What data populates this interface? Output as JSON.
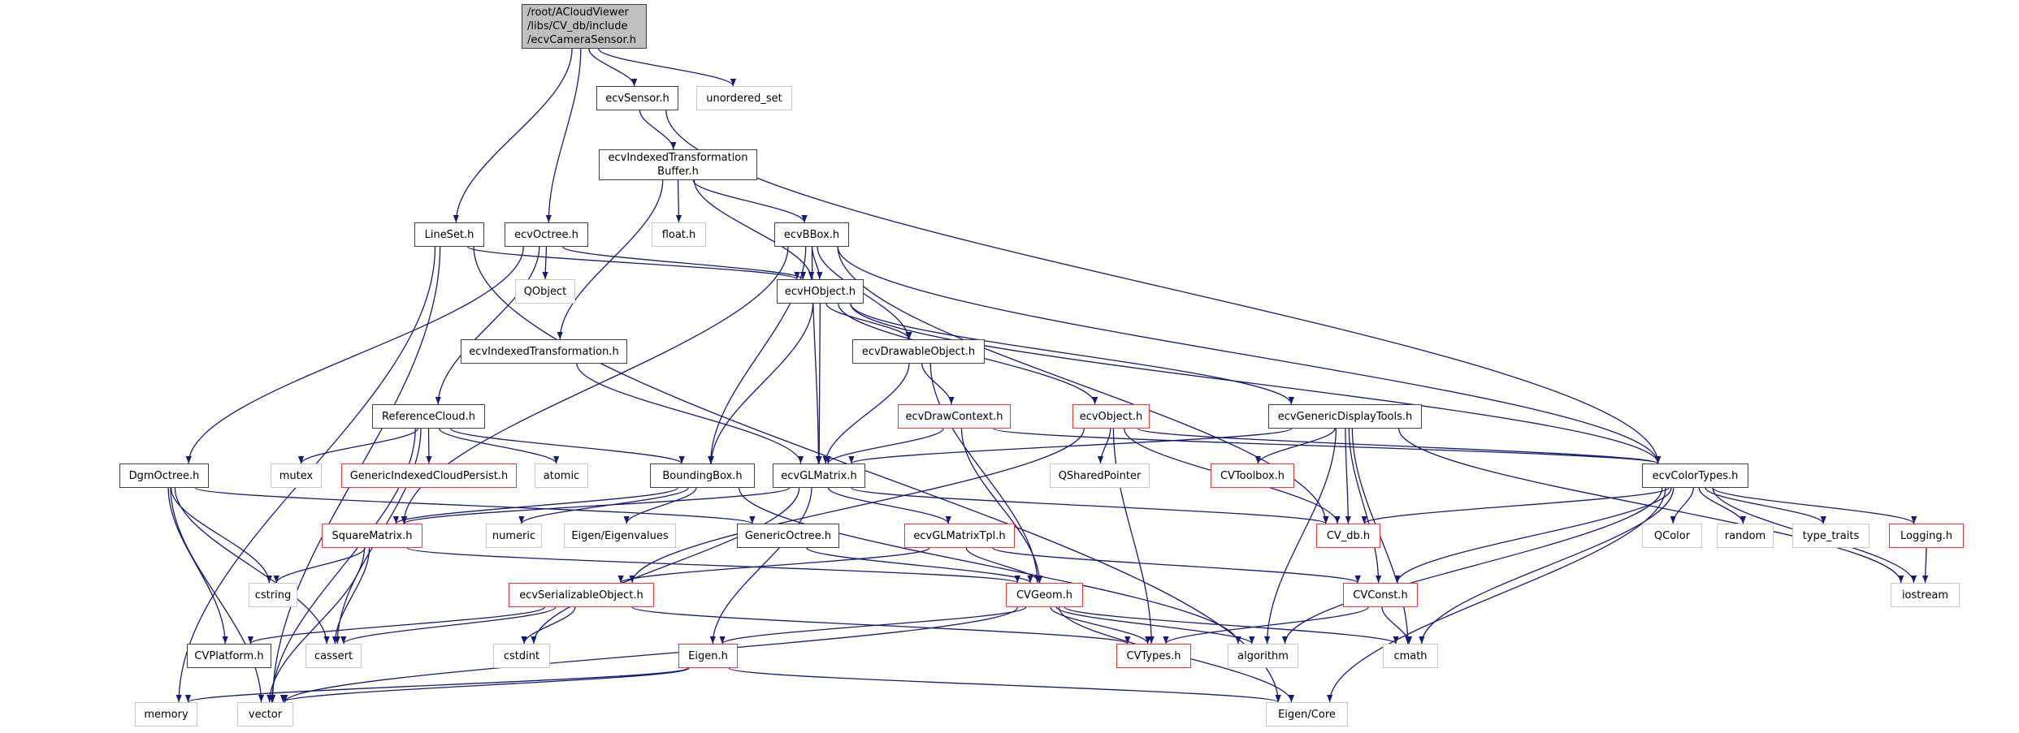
{
  "title": "/root/ACloudViewer/libs/CV_db/include/ecvCameraSensor.h",
  "colors": {
    "edge": "#191970",
    "root_fill": "#bfbfbf",
    "documented_border": "#404040",
    "incomplete_border": "#ff3333",
    "external_border": "#c8c8c8"
  },
  "nodes": {
    "root": {
      "label": "/root/ACloudViewer\n/libs/CV_db/include\n/ecvCameraSensor.h",
      "style": "root"
    },
    "ecvSensor": {
      "label": "ecvSensor.h",
      "style": "black"
    },
    "unordered_set": {
      "label": "unordered_set",
      "style": "gray"
    },
    "ecvITB": {
      "label": "ecvIndexedTransformation\nBuffer.h",
      "style": "black"
    },
    "LineSet": {
      "label": "LineSet.h",
      "style": "black"
    },
    "ecvOctree": {
      "label": "ecvOctree.h",
      "style": "black"
    },
    "float_h": {
      "label": "float.h",
      "style": "gray"
    },
    "ecvBBox": {
      "label": "ecvBBox.h",
      "style": "black"
    },
    "QObject": {
      "label": "QObject",
      "style": "gray"
    },
    "ecvHObject": {
      "label": "ecvHObject.h",
      "style": "black"
    },
    "ecvIT": {
      "label": "ecvIndexedTransformation.h",
      "style": "black"
    },
    "ecvDrawableObject": {
      "label": "ecvDrawableObject.h",
      "style": "black"
    },
    "ReferenceCloud": {
      "label": "ReferenceCloud.h",
      "style": "black"
    },
    "ecvDrawContext": {
      "label": "ecvDrawContext.h",
      "style": "red"
    },
    "ecvObject": {
      "label": "ecvObject.h",
      "style": "red"
    },
    "ecvGDT": {
      "label": "ecvGenericDisplayTools.h",
      "style": "black"
    },
    "DgmOctree": {
      "label": "DgmOctree.h",
      "style": "black"
    },
    "mutex": {
      "label": "mutex",
      "style": "gray"
    },
    "GICP": {
      "label": "GenericIndexedCloudPersist.h",
      "style": "red"
    },
    "atomic": {
      "label": "atomic",
      "style": "gray"
    },
    "BoundingBox": {
      "label": "BoundingBox.h",
      "style": "black"
    },
    "ecvGLMatrix": {
      "label": "ecvGLMatrix.h",
      "style": "black"
    },
    "QSharedPointer": {
      "label": "QSharedPointer",
      "style": "gray"
    },
    "CVToolbox": {
      "label": "CVToolbox.h",
      "style": "red"
    },
    "ecvColorTypes": {
      "label": "ecvColorTypes.h",
      "style": "black"
    },
    "SquareMatrix": {
      "label": "SquareMatrix.h",
      "style": "red"
    },
    "numeric": {
      "label": "numeric",
      "style": "gray"
    },
    "EigenEigenvalues": {
      "label": "Eigen/Eigenvalues",
      "style": "gray"
    },
    "GenericOctree": {
      "label": "GenericOctree.h",
      "style": "black"
    },
    "ecvGLMatrixTpl": {
      "label": "ecvGLMatrixTpl.h",
      "style": "red"
    },
    "CV_db": {
      "label": "CV_db.h",
      "style": "red"
    },
    "QColor": {
      "label": "QColor",
      "style": "gray"
    },
    "random": {
      "label": "random",
      "style": "gray"
    },
    "type_traits": {
      "label": "type_traits",
      "style": "gray"
    },
    "Logging": {
      "label": "Logging.h",
      "style": "red"
    },
    "cstring": {
      "label": "cstring",
      "style": "gray"
    },
    "ecvSerializableObject": {
      "label": "ecvSerializableObject.h",
      "style": "red"
    },
    "CVGeom": {
      "label": "CVGeom.h",
      "style": "red"
    },
    "CVConst": {
      "label": "CVConst.h",
      "style": "red"
    },
    "iostream": {
      "label": "iostream",
      "style": "gray"
    },
    "CVPlatform": {
      "label": "CVPlatform.h",
      "style": "black"
    },
    "cassert": {
      "label": "cassert",
      "style": "gray"
    },
    "cstdint": {
      "label": "cstdint",
      "style": "gray"
    },
    "Eigen_h": {
      "label": "Eigen.h",
      "style": "red"
    },
    "CVTypes": {
      "label": "CVTypes.h",
      "style": "red"
    },
    "algorithm": {
      "label": "algorithm",
      "style": "gray"
    },
    "cmath": {
      "label": "cmath",
      "style": "gray"
    },
    "memory": {
      "label": "memory",
      "style": "gray"
    },
    "vector": {
      "label": "vector",
      "style": "gray"
    },
    "EigenCore": {
      "label": "Eigen/Core",
      "style": "gray"
    }
  },
  "edges": [
    [
      "root",
      "ecvSensor"
    ],
    [
      "root",
      "unordered_set"
    ],
    [
      "root",
      "LineSet"
    ],
    [
      "root",
      "ecvOctree"
    ],
    [
      "ecvSensor",
      "ecvITB"
    ],
    [
      "ecvSensor",
      "ecvColorTypes"
    ],
    [
      "ecvITB",
      "float_h"
    ],
    [
      "ecvITB",
      "ecvBBox"
    ],
    [
      "ecvITB",
      "ecvHObject"
    ],
    [
      "ecvITB",
      "ecvIT"
    ],
    [
      "LineSet",
      "ecvHObject"
    ],
    [
      "LineSet",
      "memory"
    ],
    [
      "LineSet",
      "vector"
    ],
    [
      "LineSet",
      "EigenCore"
    ],
    [
      "ecvOctree",
      "QObject"
    ],
    [
      "ecvOctree",
      "ecvHObject"
    ],
    [
      "ecvOctree",
      "ReferenceCloud"
    ],
    [
      "ecvOctree",
      "DgmOctree"
    ],
    [
      "ecvBBox",
      "ecvHObject"
    ],
    [
      "ecvBBox",
      "ecvDrawableObject"
    ],
    [
      "ecvBBox",
      "BoundingBox"
    ],
    [
      "ecvBBox",
      "ecvGLMatrix"
    ],
    [
      "ecvBBox",
      "SquareMatrix"
    ],
    [
      "ecvBBox",
      "CV_db"
    ],
    [
      "ecvBBox",
      "ecvColorTypes"
    ],
    [
      "ecvHObject",
      "ecvDrawableObject"
    ],
    [
      "ecvHObject",
      "ecvObject"
    ],
    [
      "ecvHObject",
      "ecvGDT"
    ],
    [
      "ecvHObject",
      "ecvGLMatrix"
    ],
    [
      "ecvHObject",
      "BoundingBox"
    ],
    [
      "ecvHObject",
      "ecvColorTypes"
    ],
    [
      "ecvIT",
      "ecvGLMatrix"
    ],
    [
      "ecvDrawableObject",
      "ecvDrawContext"
    ],
    [
      "ecvDrawableObject",
      "ecvGLMatrix"
    ],
    [
      "ecvDrawableObject",
      "CVGeom"
    ],
    [
      "ecvDrawContext",
      "ecvGLMatrix"
    ],
    [
      "ecvDrawContext",
      "ecvColorTypes"
    ],
    [
      "ecvDrawContext",
      "CVGeom"
    ],
    [
      "ecvObject",
      "QSharedPointer"
    ],
    [
      "ecvObject",
      "CV_db"
    ],
    [
      "ecvObject",
      "ecvColorTypes"
    ],
    [
      "ecvObject",
      "ecvSerializableObject"
    ],
    [
      "ecvObject",
      "CVTypes"
    ],
    [
      "ecvGDT",
      "CVToolbox"
    ],
    [
      "ecvGDT",
      "CV_db"
    ],
    [
      "ecvGDT",
      "ecvGLMatrix"
    ],
    [
      "ecvGDT",
      "CVConst"
    ],
    [
      "ecvGDT",
      "algorithm"
    ],
    [
      "ecvGDT",
      "cmath"
    ],
    [
      "ecvGDT",
      "iostream"
    ],
    [
      "ReferenceCloud",
      "mutex"
    ],
    [
      "ReferenceCloud",
      "GICP"
    ],
    [
      "ReferenceCloud",
      "atomic"
    ],
    [
      "ReferenceCloud",
      "BoundingBox"
    ],
    [
      "ReferenceCloud",
      "cassert"
    ],
    [
      "ReferenceCloud",
      "vector"
    ],
    [
      "DgmOctree",
      "GenericOctree"
    ],
    [
      "DgmOctree",
      "cstring"
    ],
    [
      "DgmOctree",
      "CVPlatform"
    ],
    [
      "DgmOctree",
      "cassert"
    ],
    [
      "DgmOctree",
      "vector"
    ],
    [
      "BoundingBox",
      "SquareMatrix"
    ],
    [
      "BoundingBox",
      "numeric"
    ],
    [
      "BoundingBox",
      "EigenEigenvalues"
    ],
    [
      "BoundingBox",
      "algorithm"
    ],
    [
      "ecvGLMatrix",
      "ecvGLMatrixTpl"
    ],
    [
      "ecvGLMatrix",
      "CV_db"
    ],
    [
      "ecvGLMatrix",
      "Eigen_h"
    ],
    [
      "ecvGLMatrix",
      "SquareMatrix"
    ],
    [
      "ecvGLMatrix",
      "cstdint"
    ],
    [
      "ecvColorTypes",
      "CV_db"
    ],
    [
      "ecvColorTypes",
      "QColor"
    ],
    [
      "ecvColorTypes",
      "random"
    ],
    [
      "ecvColorTypes",
      "type_traits"
    ],
    [
      "ecvColorTypes",
      "Logging"
    ],
    [
      "ecvColorTypes",
      "CVConst"
    ],
    [
      "ecvColorTypes",
      "algorithm"
    ],
    [
      "ecvColorTypes",
      "iostream"
    ],
    [
      "ecvColorTypes",
      "cmath"
    ],
    [
      "ecvColorTypes",
      "EigenCore"
    ],
    [
      "SquareMatrix",
      "cstring"
    ],
    [
      "SquareMatrix",
      "cassert"
    ],
    [
      "SquareMatrix",
      "vector"
    ],
    [
      "SquareMatrix",
      "CVGeom"
    ],
    [
      "GenericOctree",
      "CVGeom"
    ],
    [
      "ecvGLMatrixTpl",
      "CVGeom"
    ],
    [
      "ecvGLMatrixTpl",
      "CVConst"
    ],
    [
      "ecvGLMatrixTpl",
      "ecvSerializableObject"
    ],
    [
      "Logging",
      "iostream"
    ],
    [
      "ecvSerializableObject",
      "CVPlatform"
    ],
    [
      "ecvSerializableObject",
      "cassert"
    ],
    [
      "ecvSerializableObject",
      "cstdint"
    ],
    [
      "ecvSerializableObject",
      "CVTypes"
    ],
    [
      "CVGeom",
      "CVTypes"
    ],
    [
      "CVGeom",
      "algorithm"
    ],
    [
      "CVGeom",
      "cmath"
    ],
    [
      "CVGeom",
      "Eigen_h"
    ],
    [
      "CVGeom",
      "vector"
    ],
    [
      "CVGeom",
      "EigenCore"
    ],
    [
      "CVConst",
      "CVTypes"
    ],
    [
      "CVConst",
      "cmath"
    ],
    [
      "Eigen_h",
      "memory"
    ],
    [
      "Eigen_h",
      "vector"
    ],
    [
      "Eigen_h",
      "EigenCore"
    ]
  ]
}
